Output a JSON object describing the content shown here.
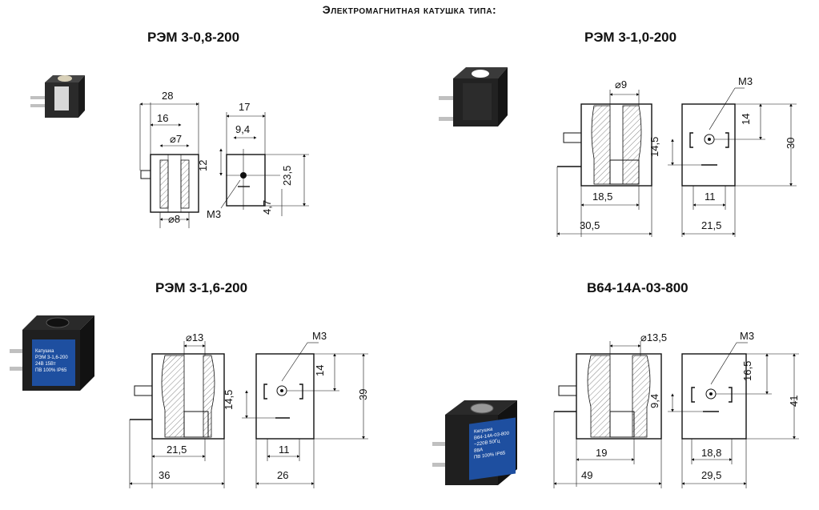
{
  "page": {
    "title": "Электромагнитная катушка типа:"
  },
  "models": [
    {
      "name": "РЭМ 3-0,8-200",
      "dims": {
        "width": "28",
        "body": "16",
        "bore_top": "⌀7",
        "bore_bottom": "⌀8",
        "side_width": "17",
        "side_inner": "9,4",
        "h1": "12",
        "h2": "23,5",
        "h3": "4,7",
        "thread": "M3"
      }
    },
    {
      "name": "РЭМ 3-1,0-200",
      "dims": {
        "bore": "⌀9",
        "thread": "M3",
        "h1": "14",
        "h2": "30",
        "h3": "14,5",
        "inner": "18,5",
        "width": "30,5",
        "side_inner": "11",
        "side_width": "21,5"
      }
    },
    {
      "name": "РЭМ 3-1,6-200",
      "dims": {
        "bore": "⌀13",
        "thread": "M3",
        "h1": "14",
        "h2": "39",
        "h3": "14,5",
        "inner": "21,5",
        "width": "36",
        "side_inner": "11",
        "side_width": "26"
      },
      "photo_label": [
        "Катушка",
        "РЭМ 3-1,6-200",
        "24В 15Вт",
        "ПВ 100% IP65"
      ]
    },
    {
      "name": "B64-14A-03-800",
      "dims": {
        "bore": "⌀13,5",
        "thread": "M3",
        "h1": "16,5",
        "h2": "41",
        "h3": "9,4",
        "inner": "19",
        "width": "49",
        "side_inner": "18,8",
        "side_width": "29,5"
      },
      "photo_label": [
        "Катушка",
        "B64-14A-03-800",
        "~220В 50Гц",
        "8ВА",
        "ПВ 100% IP65"
      ]
    }
  ]
}
